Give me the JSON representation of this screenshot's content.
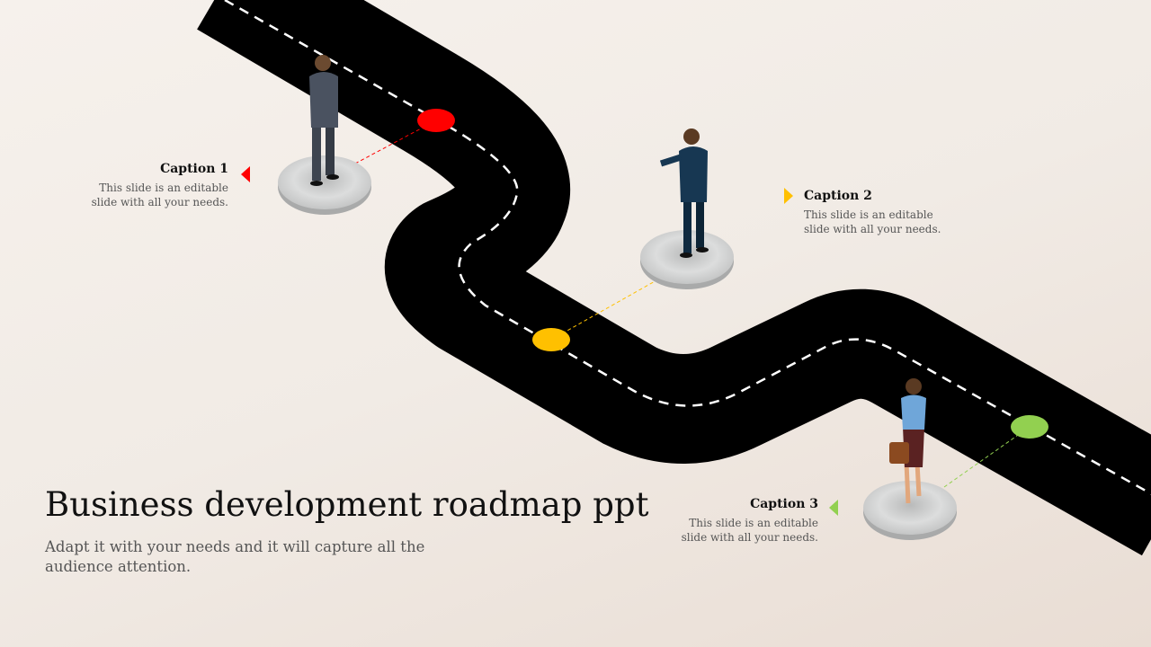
{
  "slide": {
    "title": "Business development roadmap ppt",
    "subtitle": "Adapt it with your needs and it will capture all the audience attention."
  },
  "captions": [
    {
      "title": "Caption 1",
      "text": "This slide is an editable slide with all your needs.",
      "color": "#ff0000"
    },
    {
      "title": "Caption 2",
      "text": "This slide is an editable slide with all your needs.",
      "color": "#ffc000"
    },
    {
      "title": "Caption 3",
      "text": "This slide is an editable slide with all your needs.",
      "color": "#92d050"
    }
  ],
  "colors": {
    "road": "#000000",
    "dash": "#ffffff",
    "platform": "#c8c9c9"
  }
}
